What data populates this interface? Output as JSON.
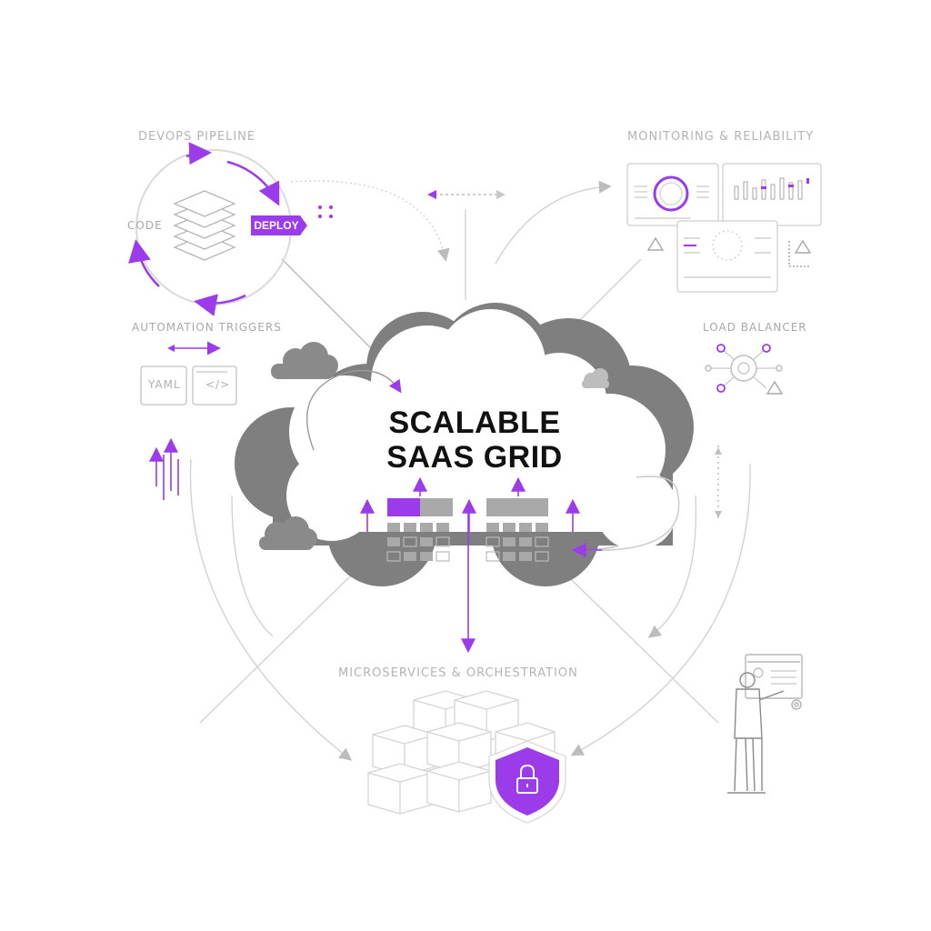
{
  "title_lines": [
    "SCALABLE",
    "SAAS GRID"
  ],
  "sections": {
    "devops": {
      "label": "DEVOPS PIPELINE",
      "code_label": "CODE",
      "deploy_label": "DEPLOY"
    },
    "monitoring": {
      "label": "MONITORING & RELIABILITY"
    },
    "automation": {
      "label": "AUTOMATION TRIGGERS",
      "yaml_label": "YAML",
      "code_label": "</>"
    },
    "load_balancer": {
      "label": "LOAD BALANCER"
    },
    "microservices": {
      "label": "MICROSERVICES & ORCHESTRATION"
    }
  },
  "colors": {
    "accent": "#9b3bea",
    "cloud_dark": "#7c7c7c",
    "cloud_mid": "#9a9a9a",
    "line": "#c9c9c9",
    "text": "#111111"
  },
  "icons": [
    "gear-icon",
    "lock-icon",
    "shield-icon",
    "warning-icon",
    "layers-icon",
    "container-icon",
    "dashboard-icon",
    "person-icon"
  ]
}
